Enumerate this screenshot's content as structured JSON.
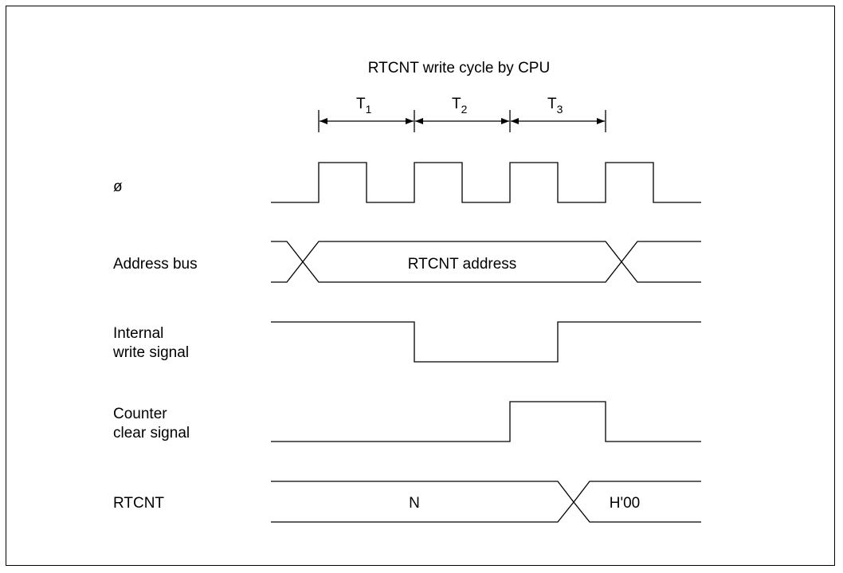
{
  "title": "RTCNT write cycle by CPU",
  "periods": [
    {
      "main": "T",
      "sub": "1"
    },
    {
      "main": "T",
      "sub": "2"
    },
    {
      "main": "T",
      "sub": "3"
    }
  ],
  "signals": {
    "clock": {
      "label": "ø"
    },
    "address_bus": {
      "label": "Address bus",
      "value": "RTCNT address"
    },
    "internal_write": {
      "label_line1": "Internal",
      "label_line2": "write signal"
    },
    "counter_clear": {
      "label_line1": "Counter",
      "label_line2": "clear signal"
    },
    "rtcnt": {
      "label": "RTCNT",
      "value_before": "N",
      "value_after": "H'00"
    }
  }
}
